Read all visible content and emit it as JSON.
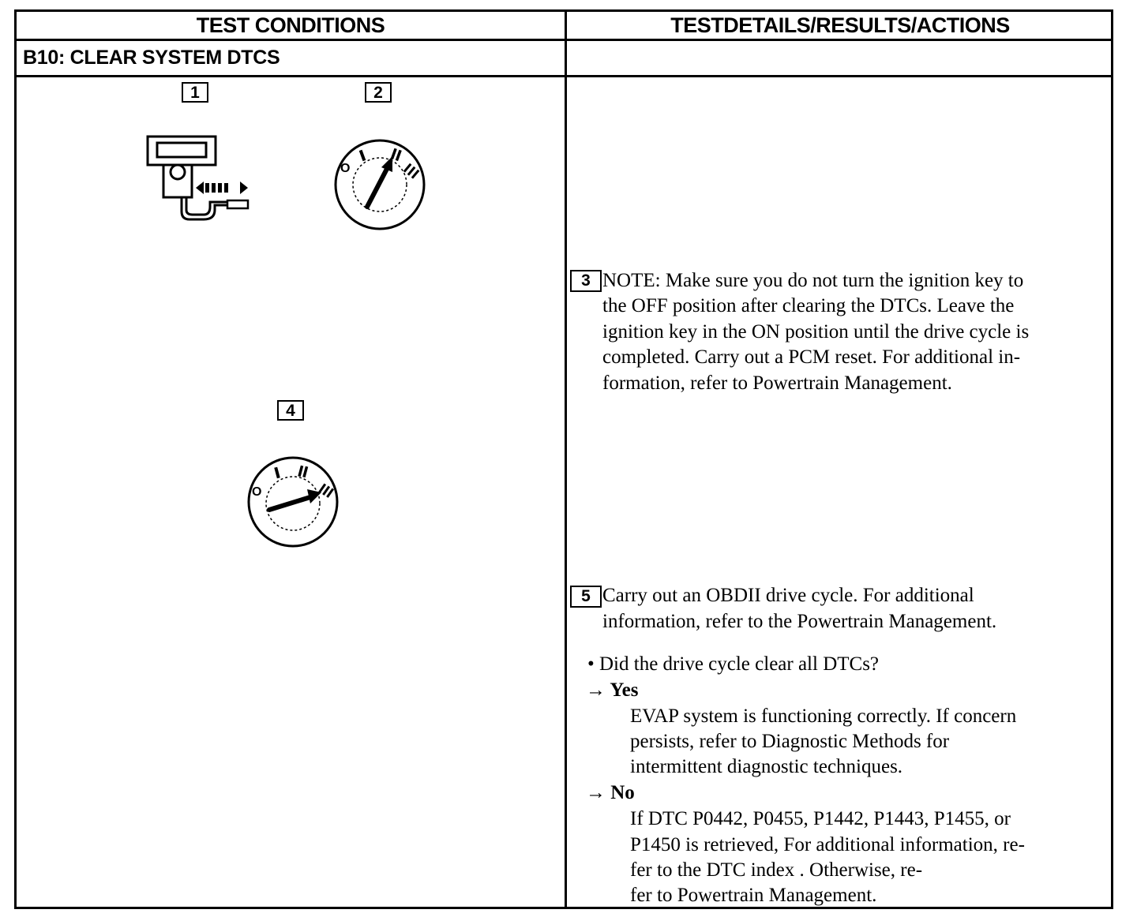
{
  "header": {
    "left": "TEST CONDITIONS",
    "right": "TESTDETAILS/RESULTS/ACTIONS"
  },
  "section": {
    "title": "B10: CLEAR SYSTEM DTCS"
  },
  "steps": {
    "s1": "1",
    "s2": "2",
    "s3": "3",
    "s4": "4",
    "s5": "5"
  },
  "step3": {
    "lines": [
      "NOTE: Make sure you do not turn the ignition key to",
      "the OFF position after clearing the DTCs. Leave the",
      "ignition key in the ON position until the drive cycle is",
      "completed. Carry out a PCM reset. For additional in-",
      "formation, refer to Powertrain Management."
    ]
  },
  "step5": {
    "lines": [
      "Carry out an OBDII drive cycle. For additional",
      "information, refer to the Powertrain Management."
    ],
    "question": "• Did the drive cycle clear all DTCs?",
    "yes_label": "→ Yes",
    "yes_lines": [
      "EVAP system is functioning correctly. If concern",
      "persists, refer to Diagnostic Methods for",
      "intermittent diagnostic techniques."
    ],
    "no_label": "→ No",
    "no_lines": [
      "If DTC P0442, P0455, P1442, P1443, P1455, or",
      "P1450 is retrieved, For additional information, re-",
      "fer to the DTC index . Otherwise, re-",
      "fer to Powertrain Management."
    ]
  },
  "icons": {
    "step1": "scan-tool-connect-icon",
    "step2": "ignition-on-icon",
    "step4": "ignition-start-icon"
  }
}
